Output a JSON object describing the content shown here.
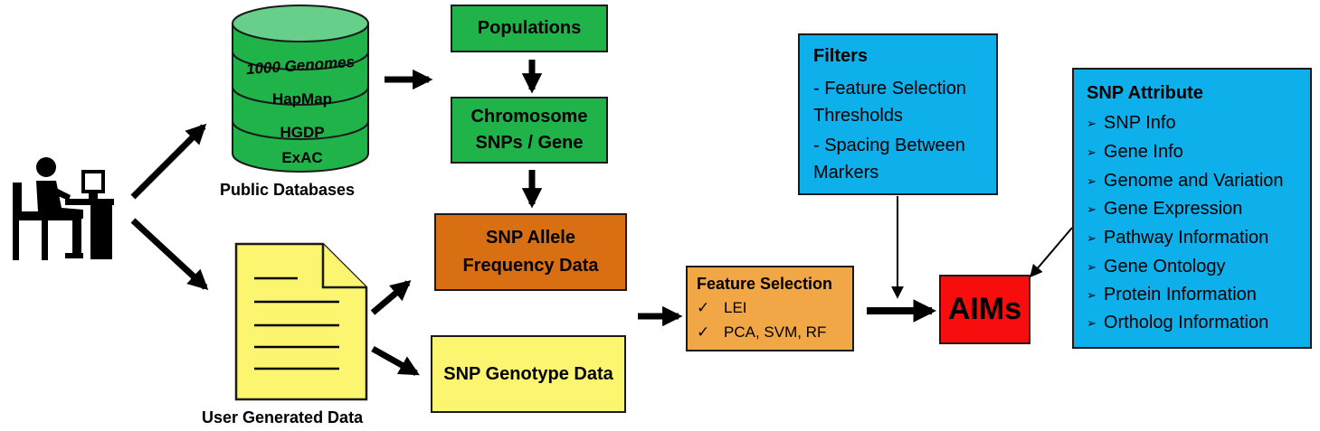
{
  "databases": {
    "label": "Public Databases",
    "items": [
      "1000 Genomes",
      "HapMap",
      "HGDP",
      "ExAC"
    ]
  },
  "user_data": {
    "label": "User Generated Data"
  },
  "populations": "Populations",
  "chromosome": {
    "line1": "Chromosome",
    "line2": "SNPs / Gene"
  },
  "allele": {
    "line1": "SNP Allele",
    "line2": "Frequency Data"
  },
  "genotype": "SNP Genotype Data",
  "feature_selection": {
    "title": "Feature Selection",
    "items": [
      "LEI",
      "PCA, SVM, RF"
    ]
  },
  "filters": {
    "title": "Filters",
    "item1_line1": "- Feature Selection",
    "item1_line2": "Thresholds",
    "item2_line1": "- Spacing Between",
    "item2_line2": "Markers"
  },
  "aims": "AIMs",
  "snp_attribute": {
    "title": "SNP Attribute",
    "items": [
      "SNP Info",
      "Gene Info",
      "Genome and Variation",
      "Gene Expression",
      "Pathway Information",
      "Gene Ontology",
      "Protein Information",
      "Ortholog Information"
    ]
  },
  "colors": {
    "green": "#1fb34a",
    "orange": "#d96f13",
    "yellow": "#fbf570",
    "light_orange": "#f2a746",
    "blue": "#0eb0ec",
    "red": "#f70d0d"
  }
}
